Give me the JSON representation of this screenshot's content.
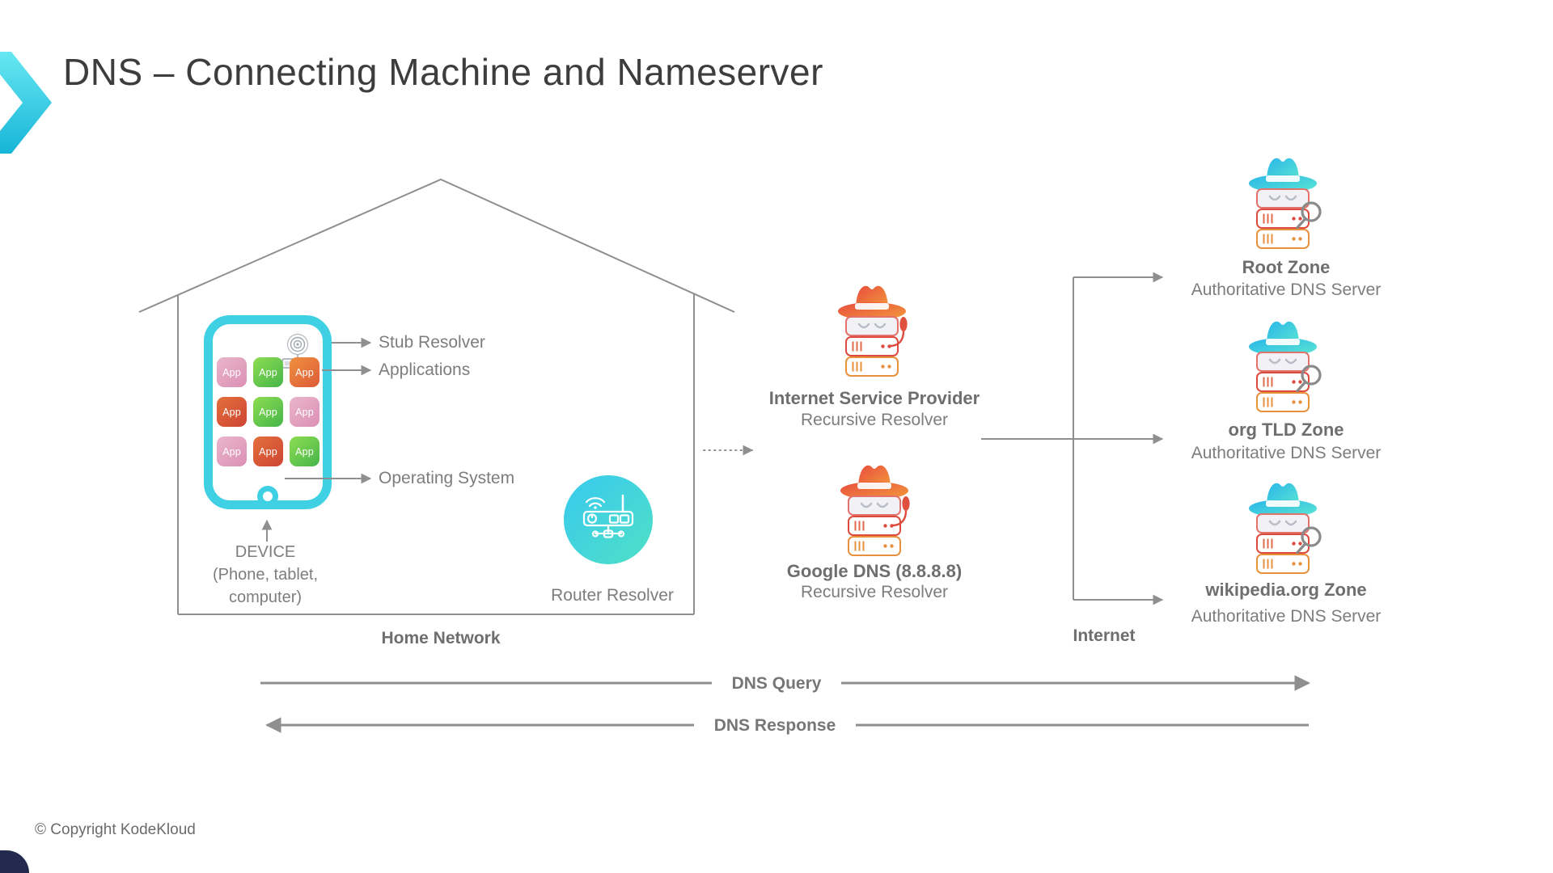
{
  "slide": {
    "title": "DNS – Connecting Machine and Nameserver",
    "copyright": "© Copyright KodeKloud"
  },
  "home_network": {
    "label": "Home Network",
    "device": {
      "caption_line1": "DEVICE",
      "caption_line2": "(Phone, tablet,",
      "caption_line3": "computer)",
      "app_label": "App",
      "app_grid": [
        [
          "pink",
          "green",
          "orange"
        ],
        [
          "red",
          "green",
          "pink"
        ],
        [
          "pink",
          "red",
          "green"
        ]
      ]
    },
    "annotations": {
      "stub_resolver": "Stub Resolver",
      "applications": "Applications",
      "operating_system": "Operating System"
    },
    "router": {
      "label": "Router Resolver"
    }
  },
  "resolvers": [
    {
      "name": "Internet Service Provider",
      "subtitle": "Recursive Resolver"
    },
    {
      "name": "Google DNS (8.8.8.8)",
      "subtitle": "Recursive Resolver"
    }
  ],
  "internet_label": "Internet",
  "nameservers": [
    {
      "name": "Root Zone",
      "subtitle": "Authoritative DNS Server"
    },
    {
      "name": "org TLD Zone",
      "subtitle": "Authoritative DNS Server"
    },
    {
      "name": "wikipedia.org Zone",
      "subtitle": "Authoritative DNS Server"
    }
  ],
  "flows": {
    "query": "DNS Query",
    "response": "DNS Response"
  },
  "colors": {
    "accent_teal": "#3fd0e4",
    "line_gray": "#8f8f8f",
    "label_gray": "#7d7d7d",
    "bold_label_gray": "#6e6e6e",
    "heading_dark": "#3d3d3d",
    "navy_corner": "#222b4d",
    "hat_orange_start": "#e84c3d",
    "hat_orange_end": "#f39b3d",
    "hat_cyan_start": "#29b6e8",
    "hat_cyan_end": "#5ce6d3",
    "router_circle_start": "#38c9ef",
    "router_circle_end": "#4fe0c6",
    "app_pink": "#db8fb5",
    "app_green": "#45b549",
    "app_orange": "#dc5a38",
    "app_red": "#cd4434"
  }
}
